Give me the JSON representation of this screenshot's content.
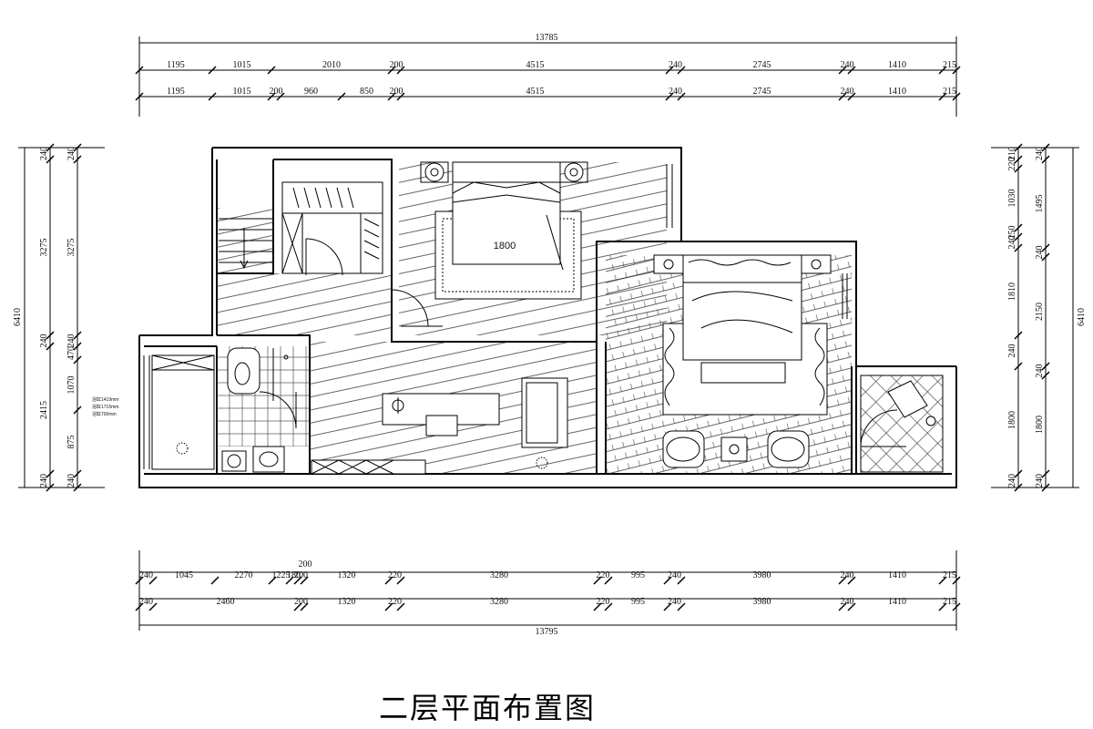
{
  "title": "二层平面布置图",
  "top_dims": {
    "overall": "13785",
    "row1": [
      "1195",
      "1015",
      "2010",
      "200",
      "4515",
      "240",
      "2745",
      "240",
      "1410",
      "215"
    ],
    "row2": [
      "1195",
      "1015",
      "200",
      "960",
      "850",
      "200",
      "4515",
      "240",
      "2745",
      "240",
      "1410",
      "215"
    ]
  },
  "bottom_dims": {
    "overall": "13795",
    "row1": [
      "240",
      "1045",
      "2270",
      "1225",
      "180",
      "200",
      "1320",
      "220",
      "3280",
      "220",
      "995",
      "240",
      "3980",
      "240",
      "1410",
      "215"
    ],
    "row2": [
      "240",
      "2460",
      "200",
      "1320",
      "220",
      "3280",
      "220",
      "995",
      "240",
      "3980",
      "240",
      "1410",
      "215"
    ],
    "top_small": "200"
  },
  "left_dims": {
    "overall": "6410",
    "col_inner": [
      "240",
      "3275",
      "240",
      "470",
      "1070",
      "875",
      "240"
    ],
    "col_outer": [
      "240",
      "3275",
      "240",
      "2415",
      "240"
    ]
  },
  "right_dims": {
    "overall": "6410",
    "col_inner": [
      "210",
      "220",
      "1030",
      "250",
      "240",
      "1810",
      "240",
      "1800",
      "240"
    ],
    "col_outer": [
      "240",
      "1495",
      "240",
      "2150",
      "240",
      "1800",
      "240"
    ]
  },
  "notes": {
    "bed_label": "1800",
    "tub_notes": [
      "浴缸1419mm",
      "浴缸1715mm",
      "浴缸700mm"
    ]
  }
}
